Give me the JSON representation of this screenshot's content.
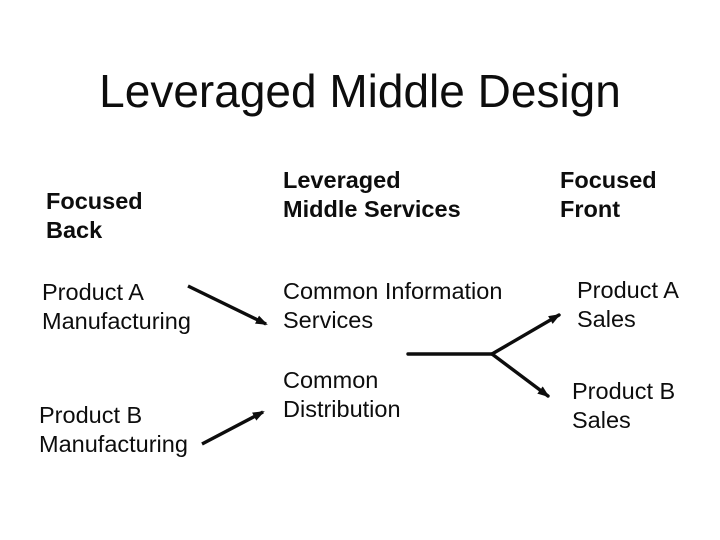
{
  "colors": {
    "background": "#ffffff",
    "ink": "#0d0d0d"
  },
  "slide": {
    "title": "Leveraged Middle Design",
    "columns": [
      {
        "id": "focused-back",
        "header": "Focused\nBack",
        "items": [
          "Product A\nManufacturing",
          "Product B\nManufacturing"
        ]
      },
      {
        "id": "leveraged-middle",
        "header": "Leveraged\nMiddle Services",
        "items": [
          "Common Information\nServices",
          "Common\nDistribution"
        ]
      },
      {
        "id": "focused-front",
        "header": "Focused\nFront",
        "items": [
          "Product A\nSales",
          "Product B\nSales"
        ]
      }
    ],
    "connections": [
      {
        "from": "Product A Manufacturing",
        "to": "Common Information Services"
      },
      {
        "from": "Product B Manufacturing",
        "to": "Common Distribution"
      },
      {
        "from": "Leveraged Middle Services",
        "to": "Product A Sales"
      },
      {
        "from": "Leveraged Middle Services",
        "to": "Product B Sales"
      }
    ]
  }
}
